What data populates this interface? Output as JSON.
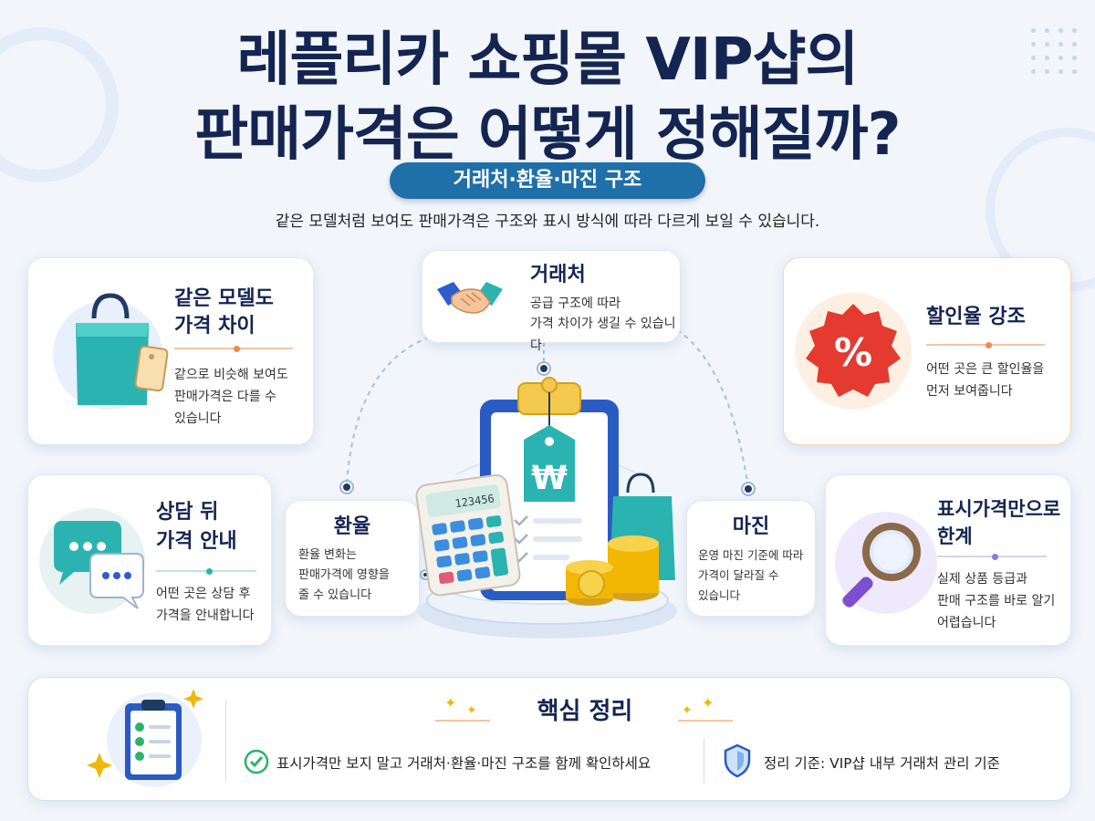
{
  "header": {
    "title_line1": "레플리카 쇼핑몰 VIP샵의",
    "title_line2": "판매가격은 어떻게 정해질까?",
    "pill": "거래처·환율·마진 구조",
    "subtitle": "같은 모델처럼 보여도 판매가격은 구조와 표시 방식에 따라 다르게 보일 수 있습니다."
  },
  "cards": {
    "same_model": {
      "title_1": "같은 모델도",
      "title_2": "가격 차이",
      "desc_1": "같으로 비슷해 보여도",
      "desc_2": "판매가격은 다를 수",
      "desc_3": "있습니다"
    },
    "consult": {
      "title_1": "상담 뒤",
      "title_2": "가격 안내",
      "desc_1": "어떤 곳은 상담 후",
      "desc_2": "가격을 안내합니다"
    },
    "supplier": {
      "title": "거래처",
      "desc_1": "공급 구조에 따라",
      "desc_2": "가격 차이가 생길 수 있습니다"
    },
    "exchange": {
      "title": "환율",
      "desc_1": "환율 변화는",
      "desc_2": "판매가격에 영향을",
      "desc_3": "줄 수 있습니다"
    },
    "margin": {
      "title": "마진",
      "desc_1": "운영 마진 기준에 따라",
      "desc_2": "가격이 달라질 수",
      "desc_3": "있습니다"
    },
    "discount": {
      "title": "할인율 강조",
      "desc_1": "어떤 곳은 큰 할인율을",
      "desc_2": "먼저 보여줍니다"
    },
    "display_price": {
      "title_1": "표시가격만으로",
      "title_2": "한계",
      "desc_1": "실제 상품 등급과",
      "desc_2": "판매 구조를 바로 알기",
      "desc_3": "어렵습니다"
    }
  },
  "center": {
    "calculator_display": "123456",
    "currency_symbol": "₩"
  },
  "summary": {
    "title": "핵심 정리",
    "point": "표시가격만 보지 말고 거래처·환율·마진 구조를 함께 확인하세요",
    "basis": "정리 기준: VIP샵 내부 거래처 관리 기준"
  },
  "colors": {
    "navy": "#142552",
    "pill_blue": "#1f6fa8",
    "accent_orange": "#f08a4b",
    "accent_purple": "#8a7bd6",
    "teal": "#2bb3b1",
    "gold": "#f2b705",
    "red_badge": "#e43a2f"
  },
  "icons": [
    "shopping-bag-icon",
    "chat-bubbles-icon",
    "handshake-icon",
    "percent-badge-icon",
    "magnifier-icon",
    "clipboard-checklist-icon",
    "calculator-icon",
    "coin-stack-icon",
    "check-circle-icon",
    "shield-icon",
    "sparkle-icon"
  ]
}
